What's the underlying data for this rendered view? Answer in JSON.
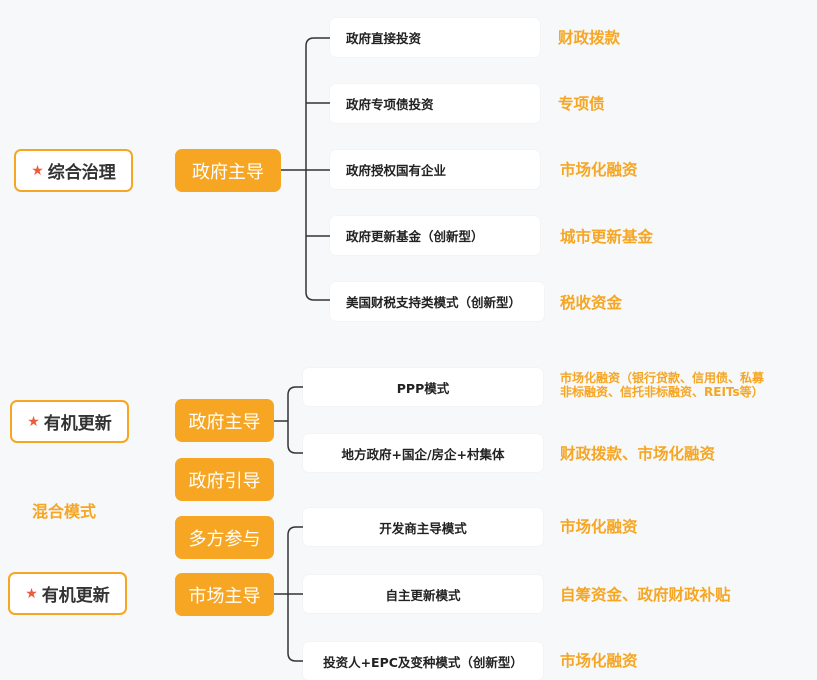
{
  "colors": {
    "accent": "#f6a623",
    "star": "#ef5a3c",
    "line": "#333333",
    "background": "#f7f8fa"
  },
  "section1": {
    "category": {
      "icon": "star-icon",
      "label": "综合治理"
    },
    "hub": "政府主导",
    "branches": [
      {
        "leaf": "政府直接投资",
        "funding": "财政拨款"
      },
      {
        "leaf": "政府专项债投资",
        "funding": "专项债"
      },
      {
        "leaf": "政府授权国有企业",
        "funding": "市场化融资"
      },
      {
        "leaf": "政府更新基金（创新型）",
        "funding": "城市更新基金"
      },
      {
        "leaf": "美国财税支持类模式（创新型）",
        "funding": "税收资金"
      }
    ]
  },
  "section2": {
    "category_top": {
      "icon": "star-icon",
      "label": "有机更新"
    },
    "mixed_label": "混合模式",
    "category_bottom": {
      "icon": "star-icon",
      "label": "有机更新"
    },
    "hub_gov": "政府主导",
    "hub_guide": "政府引导",
    "hub_multi": "多方参与",
    "hub_market": "市场主导",
    "gov_branches": [
      {
        "leaf": "PPP模式",
        "funding_line1": "市场化融资（银行贷款、信用债、私募",
        "funding_line2": "非标融资、信托非标融资、REITs等）"
      },
      {
        "leaf": "地方政府+国企/房企+村集体",
        "funding": "财政拨款、市场化融资"
      }
    ],
    "market_branches": [
      {
        "leaf": "开发商主导模式",
        "funding": "市场化融资"
      },
      {
        "leaf": "自主更新模式",
        "funding": "自筹资金、政府财政补贴"
      },
      {
        "leaf": "投资人+EPC及变种模式（创新型）",
        "funding": "市场化融资"
      }
    ]
  }
}
